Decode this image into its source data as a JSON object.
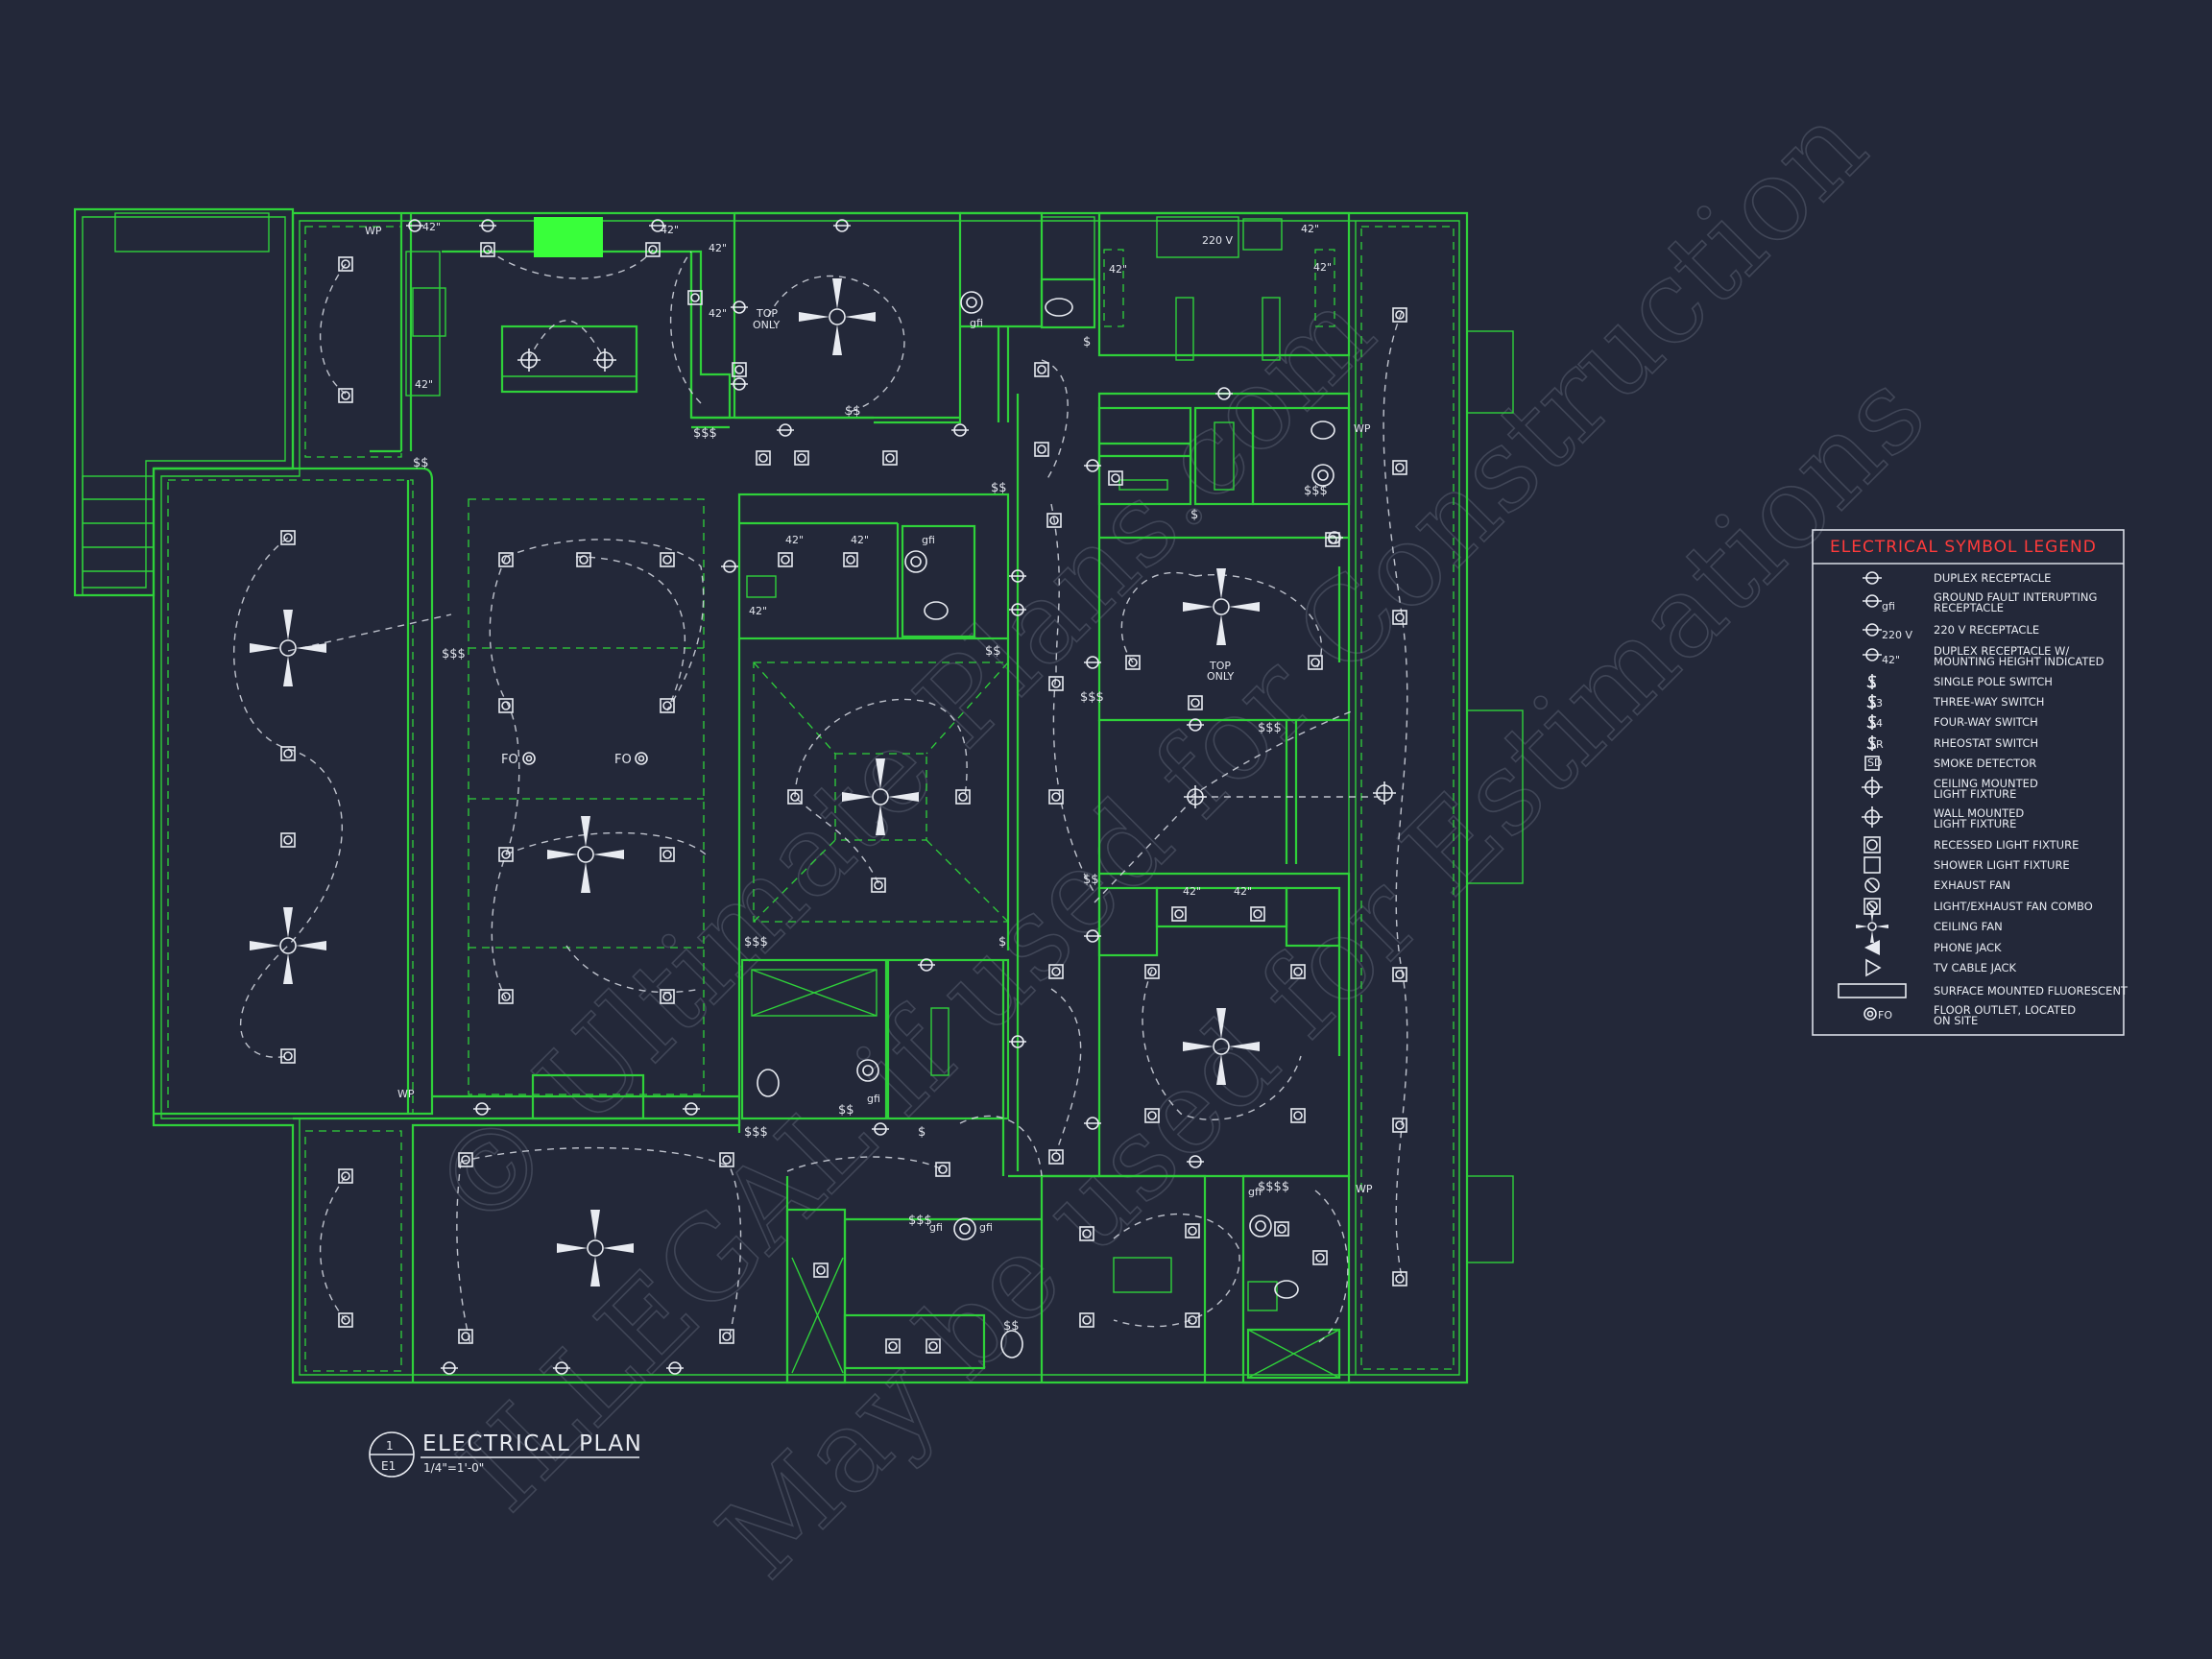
{
  "plan": {
    "title": "ELECTRICAL PLAN",
    "scale": "1/4\"=1'-0\"",
    "sheet_number": "1",
    "sheet_id": "E1"
  },
  "legend": {
    "title": "ELECTRICAL SYMBOL LEGEND",
    "items": [
      {
        "symbol": "duplex-receptacle",
        "text": [
          "DUPLEX RECEPTACLE"
        ]
      },
      {
        "symbol": "gfi-receptacle",
        "text": [
          "GROUND FAULT INTERUPTING",
          "RECEPTACLE"
        ],
        "tag": "gfi"
      },
      {
        "symbol": "220v-receptacle",
        "text": [
          "220 V RECEPTACLE"
        ],
        "tag": "220 V"
      },
      {
        "symbol": "receptacle-height",
        "text": [
          "DUPLEX RECEPTACLE W/",
          "MOUNTING HEIGHT INDICATED"
        ],
        "tag": "42\""
      },
      {
        "symbol": "single-pole-switch",
        "text": [
          "SINGLE POLE SWITCH"
        ],
        "tag": "$"
      },
      {
        "symbol": "three-way-switch",
        "text": [
          "THREE-WAY SWITCH"
        ],
        "tag": "$3"
      },
      {
        "symbol": "four-way-switch",
        "text": [
          "FOUR-WAY SWITCH"
        ],
        "tag": "$4"
      },
      {
        "symbol": "rheostat-switch",
        "text": [
          "RHEOSTAT SWITCH"
        ],
        "tag": "$R"
      },
      {
        "symbol": "smoke-detector",
        "text": [
          "SMOKE DETECTOR"
        ],
        "tag": "SD"
      },
      {
        "symbol": "ceiling-light",
        "text": [
          "CEILING MOUNTED",
          "LIGHT FIXTURE"
        ]
      },
      {
        "symbol": "wall-light",
        "text": [
          "WALL MOUNTED",
          "LIGHT FIXTURE"
        ]
      },
      {
        "symbol": "recessed-light",
        "text": [
          "RECESSED LIGHT FIXTURE"
        ]
      },
      {
        "symbol": "shower-light",
        "text": [
          "SHOWER LIGHT FIXTURE"
        ]
      },
      {
        "symbol": "exhaust-fan",
        "text": [
          "EXHAUST FAN"
        ]
      },
      {
        "symbol": "light-exhaust-combo",
        "text": [
          "LIGHT/EXHAUST FAN COMBO"
        ]
      },
      {
        "symbol": "ceiling-fan",
        "text": [
          "CEILING FAN"
        ]
      },
      {
        "symbol": "phone-jack",
        "text": [
          "PHONE JACK"
        ]
      },
      {
        "symbol": "tv-jack",
        "text": [
          "TV CABLE JACK"
        ]
      },
      {
        "symbol": "fluorescent",
        "text": [
          "SURFACE MOUNTED FLUORESCENT"
        ]
      },
      {
        "symbol": "floor-outlet",
        "text": [
          "FLOOR OUTLET, LOCATED",
          "ON SITE"
        ],
        "tag": "FO"
      }
    ]
  },
  "annotations": {
    "top_only": [
      "TOP",
      "ONLY"
    ],
    "floor_outlet": "FO",
    "weatherproof": "WP",
    "height_42": "42\"",
    "v220": "220 V",
    "gfi": "gfi",
    "switch_s": "$",
    "switch_ss": "$$",
    "switch_sss": "$$$",
    "switch_ssss": "$$$$"
  },
  "watermark": {
    "lines": [
      "© Ultimate Plans.com",
      "ILLEGAL if used for Construction",
      "May be used for Estimations"
    ]
  },
  "colors": {
    "background": "#232839",
    "walls": "#2fd13a",
    "fixtures": "#e8ebf1",
    "legend_title": "#ff3b3b",
    "highlight": "#39ff3a"
  }
}
